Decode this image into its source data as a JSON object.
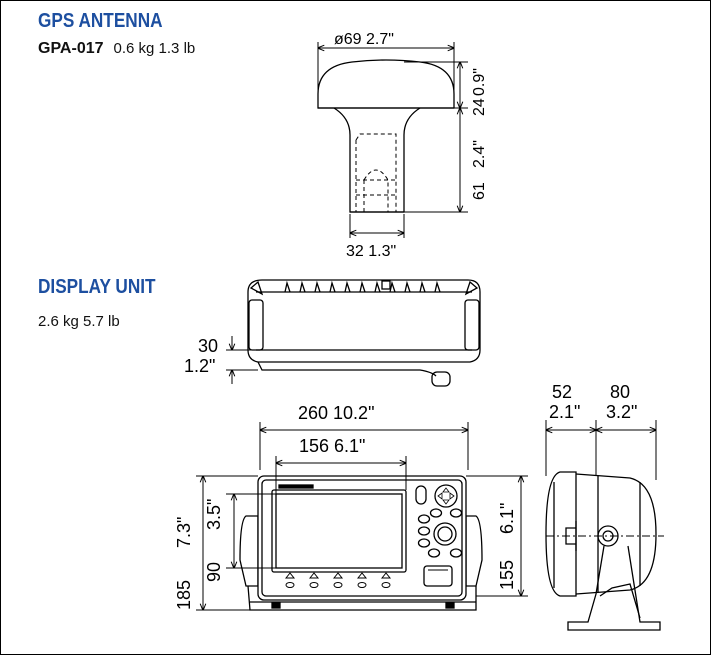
{
  "gps": {
    "title": "GPS ANTENNA",
    "model": "GPA-017",
    "weight": "0.6 kg 1.3 lb",
    "dims": {
      "diameter": "ø69  2.7\"",
      "height_top": "24",
      "height_top_in": "0.9\"",
      "height_bottom": "61",
      "height_bottom_in": "2.4\"",
      "base_width": "32  1.3\""
    }
  },
  "display": {
    "title": "DISPLAY UNIT",
    "weight": "2.6 kg 5.7 lb",
    "dims": {
      "depth_mm": "30",
      "depth_in": "1.2\"",
      "width_mm": "260  10.2\"",
      "screen_width": "156  6.1\"",
      "height_total_mm": "185",
      "height_total_in": "7.3\"",
      "screen_height_mm": "90",
      "screen_height_in": "3.5\"",
      "height_front_mm": "155",
      "height_front_in": "6.1\"",
      "side_a_mm": "52",
      "side_a_in": "2.1\"",
      "side_b_mm": "80",
      "side_b_in": "3.2\""
    }
  },
  "colors": {
    "title": "#1d4fa0",
    "line": "#000000"
  }
}
